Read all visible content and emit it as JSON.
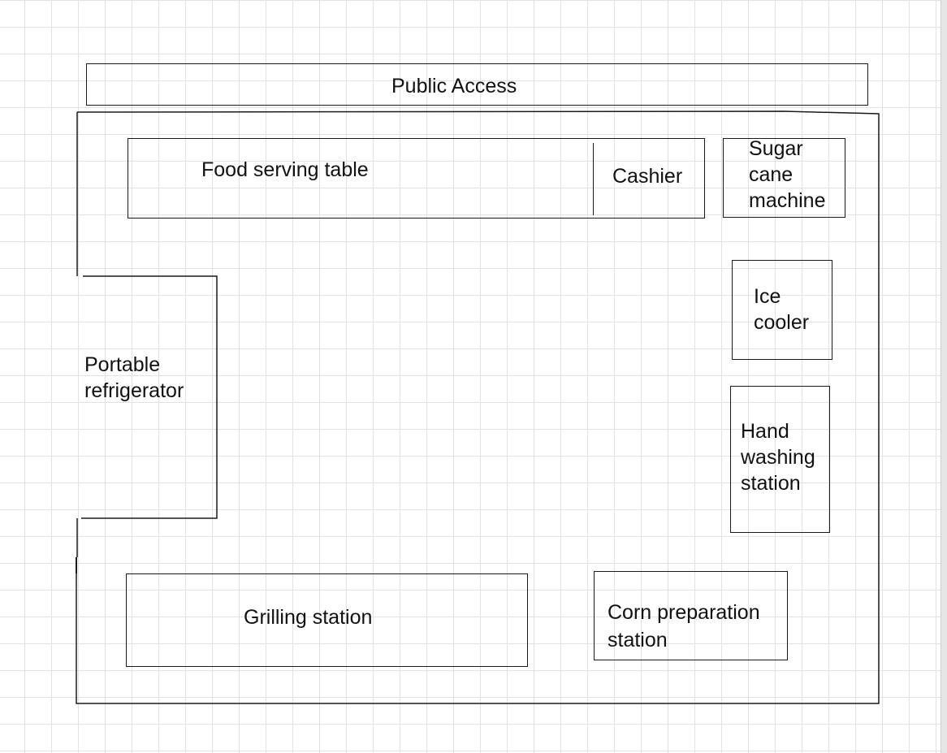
{
  "diagram": {
    "public_access": "Public Access",
    "food_serving_table": "Food serving table",
    "cashier": "Cashier",
    "sugar_cane_machine": [
      "Sugar",
      "cane",
      "machine"
    ],
    "ice_cooler": [
      "Ice",
      "cooler"
    ],
    "portable_refrigerator": [
      "Portable",
      "refrigerator"
    ],
    "hand_washing_station": [
      "Hand",
      "washing",
      "station"
    ],
    "grilling_station": "Grilling station",
    "corn_preparation_station": [
      "Corn preparation",
      "station"
    ]
  }
}
